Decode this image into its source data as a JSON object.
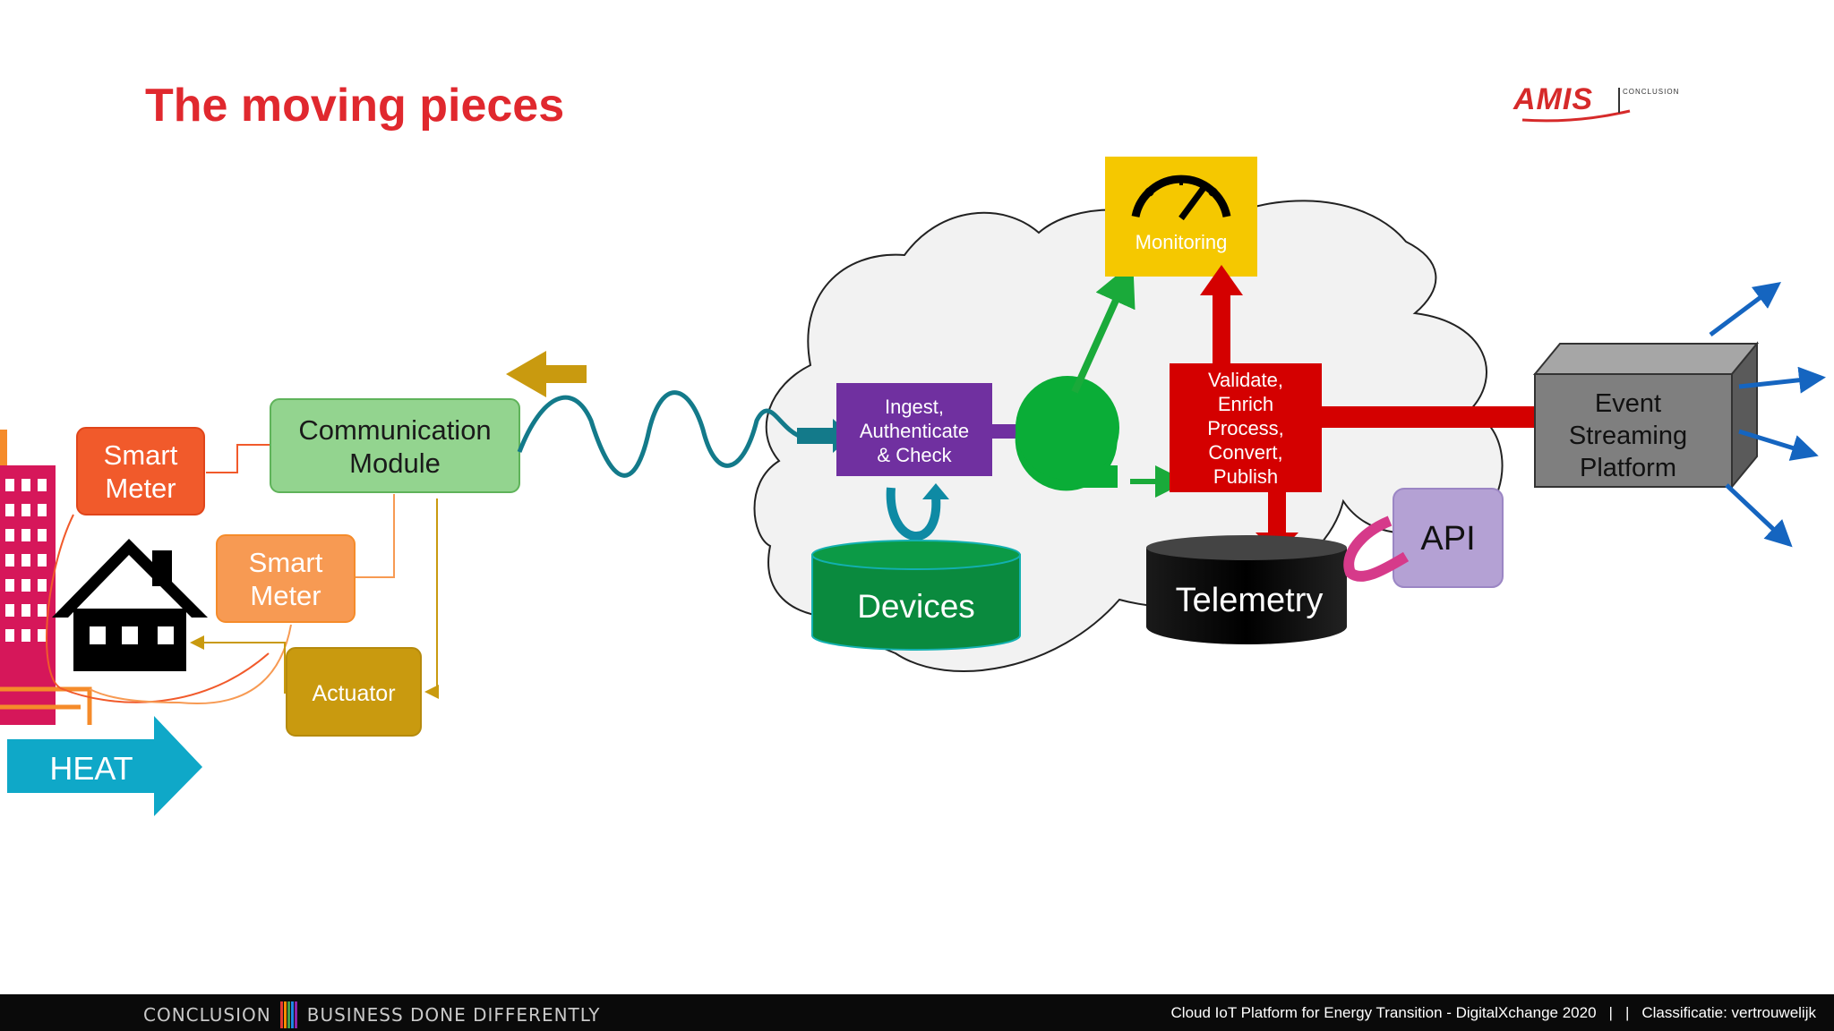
{
  "slide": {
    "title": "The moving pieces"
  },
  "logo": {
    "text": "AMIS",
    "subtext": "CONCLUSION"
  },
  "nodes": {
    "smart_meter_1": [
      "Smart",
      "Meter"
    ],
    "smart_meter_2": [
      "Smart",
      "Meter"
    ],
    "communication_module": [
      "Communication",
      "Module"
    ],
    "actuator": "Actuator",
    "heat": "HEAT",
    "ingest": [
      "Ingest,",
      "Authenticate",
      "& Check"
    ],
    "devices": "Devices",
    "monitoring": "Monitoring",
    "validate": [
      "Validate,",
      "Enrich",
      "Process,",
      "Convert,",
      "Publish"
    ],
    "telemetry": "Telemetry",
    "api": "API",
    "event_streaming": [
      "Event",
      "Streaming",
      "Platform"
    ]
  },
  "footer": {
    "left_brand": "CONCLUSION",
    "left_tagline": "BUSINESS DONE DIFFERENTLY",
    "stripe_colors": [
      "#e53935",
      "#fb8c00",
      "#43a047",
      "#1e88e5",
      "#8e24aa"
    ],
    "event": "Cloud IoT Platform for Energy Transition - DigitalXchange 2020",
    "classification": "Classificatie: vertrouwelijk"
  },
  "colors": {
    "title": "#e0282e",
    "smart_meter_1": "#f15a2b",
    "smart_meter_2": "#f79a53",
    "communication_module": "#93d48f",
    "actuator": "#c99a0f",
    "heat": "#0fa8c8",
    "ingest": "#7030a0",
    "devices": "#0a8a3e",
    "monitoring": "#f5c800",
    "validate": "#d40000",
    "telemetry": "#000000",
    "api": "#b4a1d4",
    "event_streaming": "#7f7f7f"
  }
}
